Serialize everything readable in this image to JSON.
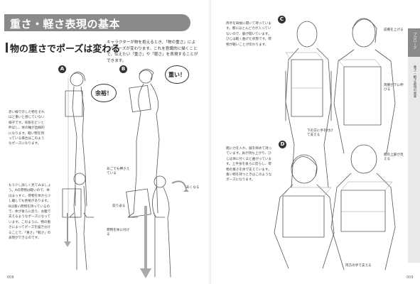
{
  "header": {
    "title": "重さ・軽さ表現の基本",
    "subtitle": "物の重さでポーズは変わる",
    "intro": "キャラクターが物を抱えるとき、「物の重さ」によってポーズが変わります。これを意識的に描くことで、伝えたい「重さ」や「軽さ」を表現することができます。"
  },
  "left_page": {
    "marker_a": "A",
    "marker_b": "B",
    "bubble_a": "余裕！",
    "bubble_b": "重い！",
    "text_top": "赤い線で示した物をそれほど重いと感じていない様子です。背筋をピンと伸ばし、体の軸が直線的になります。軽い物を持っている場合はこのようなポーズになります。",
    "text_bottom": "もう少し詳しく見てみましょう。Aの荷物は軽いので、体はまっすぐ。荷物を体から少し離しても余裕があります。Bは重い荷物を持っているので、体が後ろに反り、お腹で支えるようなポーズになっています。このように、物の重さによってポーズを描き分けることで、「重さ」「軽さ」の表現ができるのです。",
    "callout_1": "あごでも押さえている",
    "callout_2": "反り返る",
    "callout_3": "あくなる",
    "callout_4": "荷物を体に付ける",
    "page_number": "008"
  },
  "right_page": {
    "marker_c": "C",
    "marker_d": "D",
    "text_top": "両手を肩幅に開いて持っています。腕にほとんど力が入っていないので、脇が開いています。ひじは軽く曲げた状態です。荷物が軽いことが伝わります。",
    "text_bottom": "腕に力を入れ、脇を締めて持っています。肩が持ち上がり、ひじは体に付くほど曲がっています。上半身を後ろに反らし、荷物の重さを体で支えています。重い物を持つときはこのようなポーズになります。",
    "callout_1": "前腕を上げる",
    "callout_2": "両腕が下に伸びる",
    "callout_3": "下の方に手を付けて支える",
    "callout_4": "腕の上部が見える",
    "callout_5": "両方の手で支える",
    "page_number": "009"
  },
  "side_tab": {
    "section": "プロローグ",
    "chapter": "重さ・軽さ表現の基本"
  }
}
